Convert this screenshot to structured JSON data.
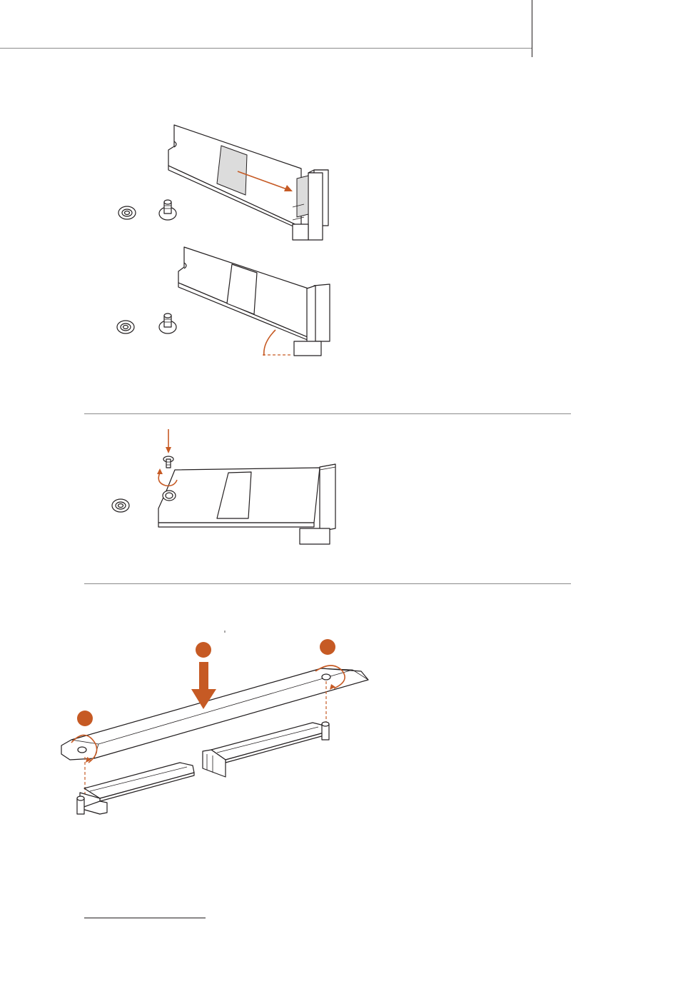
{
  "colors": {
    "accent": "#c65a24",
    "line": "#231f20",
    "rule": "#8a8a8a"
  },
  "figures": [
    {
      "name": "m2-insert-into-slot"
    },
    {
      "name": "m2-module-tilted-angle"
    },
    {
      "name": "m2-secure-with-screw"
    },
    {
      "name": "m2-heatsink-install"
    }
  ],
  "callouts": {
    "marker_count": 3
  }
}
